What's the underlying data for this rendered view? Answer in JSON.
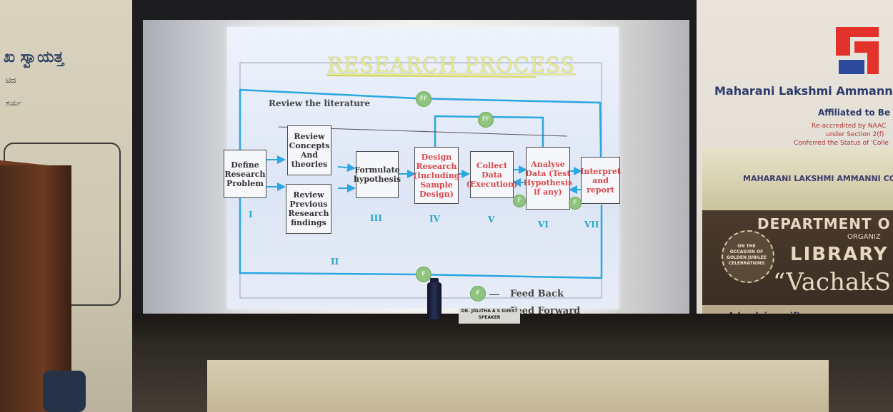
{
  "slide": {
    "title": "RESEARCH PROCESS",
    "review_literature": "Review the literature",
    "boxes": {
      "define": "Define Research Problem",
      "concepts": "Review Concepts And theories",
      "previous": "Review Previous Research findings",
      "formulate": "Formulate hypothesis",
      "design": "Design Research (Including Sample Design)",
      "collect": "Collect Data (Execution)",
      "analyse": "Analyse Data (Test Hypothesis if any)",
      "interpret": "Interpret and report"
    },
    "stages": [
      "I",
      "II",
      "III",
      "IV",
      "V",
      "VI",
      "VII"
    ],
    "ff": "FF",
    "f": "F",
    "legend_feedback": "Feed Back",
    "legend_feedforward": "Feed Forward"
  },
  "wall_left": {
    "kannada_1": "ಖ ಸ್ವಾಯತ್ತ",
    "kannada_2": "ಟಿದ",
    "kannada_3": "ಕರ್ಯ"
  },
  "wall_right": {
    "college_name": "Maharani Lakshmi Ammanni",
    "affiliated": "Affiliated to Be",
    "naac": "Re-accredited by NAAC",
    "section": "under Section 2(f)",
    "status": "Conferred the Status of 'Colle"
  },
  "banner": {
    "college": "MAHARANI LAKSHMI AMMANNI COLLE",
    "department": "DEPARTMENT O",
    "organiz": "ORGANIZ",
    "library": "LIBRARY",
    "vachak": "“VachakS",
    "badge": "ON THE OCCASION OF GOLDEN JUBILEE CELEBRATIONS",
    "tagline": "A book is a gift you can open a"
  },
  "namecard": "DR. JOLITHA A S GUEST SPEAKER",
  "colors": {
    "arrow": "#2aa7e0",
    "ff_circle": "#8fc47e",
    "title": "#d9dc5a",
    "accent_red": "#d8484a"
  }
}
